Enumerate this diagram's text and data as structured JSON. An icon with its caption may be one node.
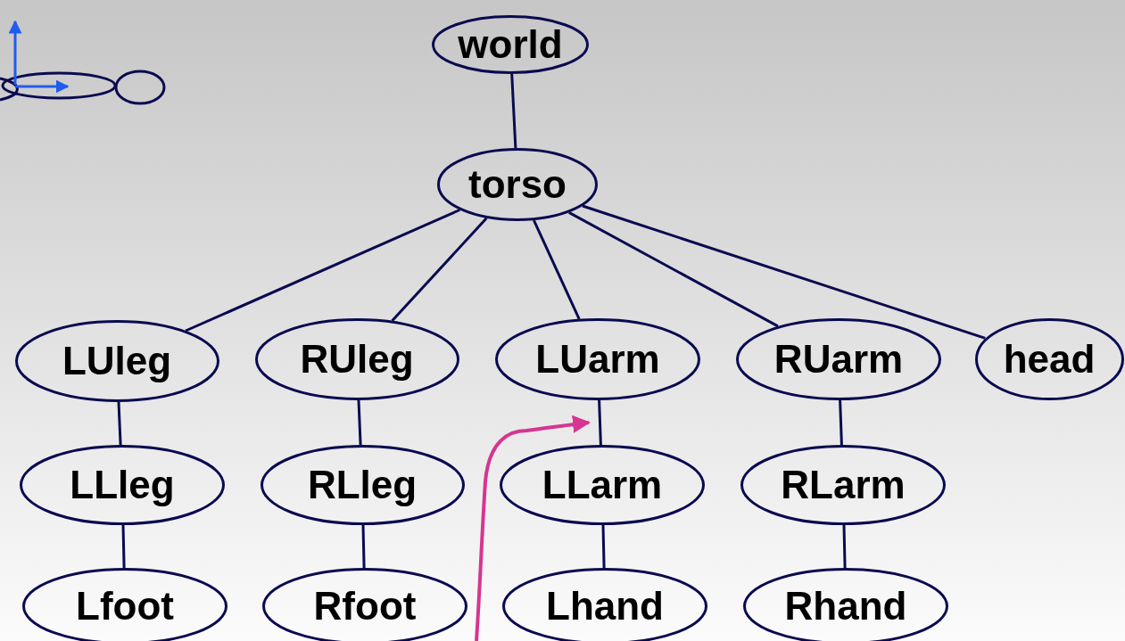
{
  "diagram": {
    "nodes": [
      {
        "text": [
          "world"
        ]
      },
      {
        "text": [
          "torso"
        ]
      },
      {
        "text": [
          "LUleg"
        ]
      },
      {
        "text": [
          "RUleg"
        ]
      },
      {
        "text": [
          "LUarm"
        ]
      },
      {
        "text": [
          "RUarm"
        ]
      },
      {
        "text": [
          "head"
        ]
      },
      {
        "text": [
          "LLleg"
        ]
      },
      {
        "text": [
          "RLleg"
        ]
      },
      {
        "text": [
          "LLarm"
        ]
      },
      {
        "text": [
          "RLarm"
        ]
      },
      {
        "text": [
          "Lfoot"
        ]
      },
      {
        "text": [
          "Rfoot"
        ]
      },
      {
        "text": [
          "Lhand"
        ]
      },
      {
        "text": [
          "Rhand"
        ]
      }
    ],
    "edges": [
      {
        "from": 0,
        "to": 1,
        "arrow": "none"
      },
      {
        "from": 1,
        "to": 2,
        "arrow": "none"
      },
      {
        "from": 1,
        "to": 3,
        "arrow": "none"
      },
      {
        "from": 1,
        "to": 4,
        "arrow": "none"
      },
      {
        "from": 1,
        "to": 5,
        "arrow": "none"
      },
      {
        "from": 1,
        "to": 6,
        "arrow": "none"
      },
      {
        "from": 2,
        "to": 7,
        "arrow": "none"
      },
      {
        "from": 3,
        "to": 8,
        "arrow": "none"
      },
      {
        "from": 4,
        "to": 9,
        "arrow": "none"
      },
      {
        "from": 5,
        "to": 10,
        "arrow": "none"
      },
      {
        "from": 7,
        "to": 11,
        "arrow": "none"
      },
      {
        "from": 8,
        "to": 12,
        "arrow": "none"
      },
      {
        "from": 9,
        "to": 13,
        "arrow": "none"
      },
      {
        "from": 10,
        "to": 14,
        "arrow": "none"
      }
    ]
  }
}
